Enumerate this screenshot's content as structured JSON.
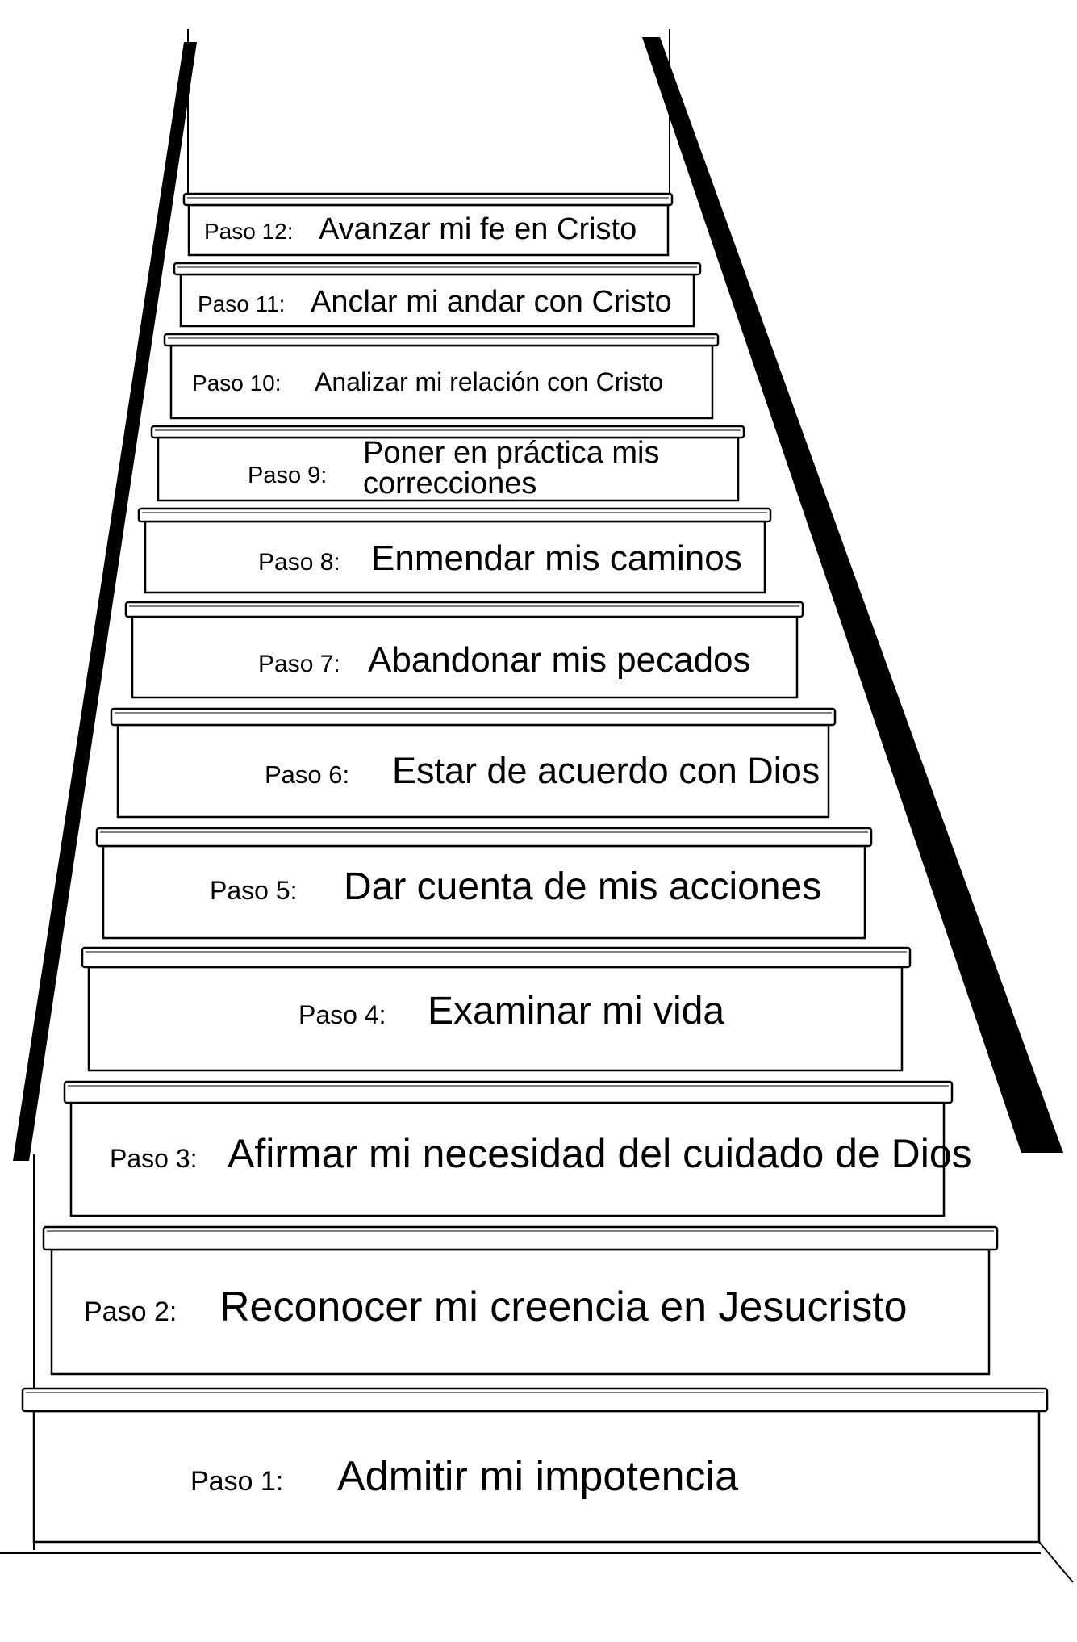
{
  "steps": [
    {
      "label": "Paso 1:",
      "text": [
        "Admitir mi impotencia"
      ]
    },
    {
      "label": "Paso 2:",
      "text": [
        "Reconocer mi creencia en Jesucristo"
      ]
    },
    {
      "label": "Paso 3:",
      "text": [
        "Afirmar mi necesidad del cuidado de Dios"
      ]
    },
    {
      "label": "Paso 4:",
      "text": [
        "Examinar mi vida"
      ]
    },
    {
      "label": "Paso 5:",
      "text": [
        "Dar cuenta de mis acciones"
      ]
    },
    {
      "label": "Paso 6:",
      "text": [
        "Estar de acuerdo con Dios"
      ]
    },
    {
      "label": "Paso 7:",
      "text": [
        "Abandonar mis pecados"
      ]
    },
    {
      "label": "Paso 8:",
      "text": [
        "Enmendar mis caminos"
      ]
    },
    {
      "label": "Paso 9:",
      "text": [
        "Poner en práctica mis",
        "correcciones"
      ]
    },
    {
      "label": "Paso 10:",
      "text": [
        "Analizar mi relación con Cristo"
      ]
    },
    {
      "label": "Paso 11:",
      "text": [
        "Anclar mi andar con Cristo"
      ]
    },
    {
      "label": "Paso 12:",
      "text": [
        "Avanzar mi fe en Cristo"
      ]
    }
  ],
  "colors": {
    "ink": "#000000",
    "paper": "#ffffff"
  }
}
